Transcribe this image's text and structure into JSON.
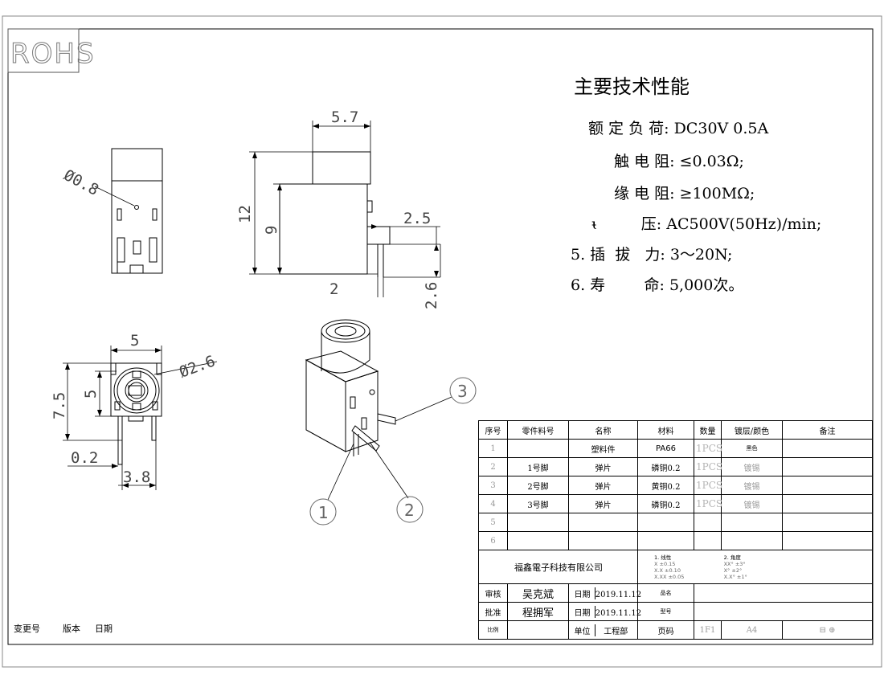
{
  "badge": "ROHS",
  "spec": {
    "title": "主要技术性能",
    "items": [
      {
        "label": "额 定 负 荷:",
        "value": "DC30V 0.5A"
      },
      {
        "label": "触 电 阻:",
        "value": "≤0.03Ω;"
      },
      {
        "label": "缘 电 阻:",
        "value": "≥100MΩ;"
      },
      {
        "label": "ᵼ         压:",
        "value": "AC500V(50Hz)/min;"
      },
      {
        "label": "5. 插  拔   力:",
        "value": "3〜20N;"
      },
      {
        "label": "6. 寿        命:",
        "value": "5,000次。"
      }
    ]
  },
  "dimensions": {
    "d1": "5.7",
    "d2": "12",
    "d3": "9",
    "d4": "2.5",
    "d5": "2",
    "d6": "2.6",
    "d7": "5",
    "d8": "7.5",
    "d9": "5",
    "d10": "0.2",
    "d11": "3.8",
    "phi1": "Ø0.8",
    "phi2": "Ø2.6"
  },
  "callouts": [
    "1",
    "2",
    "3"
  ],
  "revision": {
    "change_no": "变更号",
    "version": "版本",
    "date": "日期"
  },
  "bom": {
    "headers": [
      "序号",
      "零件料号",
      "名称",
      "材料",
      "数量",
      "镀层/颜色",
      "备注"
    ],
    "rows": [
      [
        "1",
        "",
        "塑料件",
        "PA66",
        "1PCS",
        "黑色",
        ""
      ],
      [
        "2",
        "1号脚",
        "弹片",
        "磷铜0.2",
        "1PCS",
        "镀锡",
        ""
      ],
      [
        "3",
        "2号脚",
        "弹片",
        "黄铜0.2",
        "1PCS",
        "镀锡",
        ""
      ],
      [
        "4",
        "3号脚",
        "弹片",
        "磷铜0.2",
        "1PCS",
        "镀锡",
        ""
      ],
      [
        "5",
        "",
        "",
        "",
        "",
        "",
        ""
      ],
      [
        "6",
        "",
        "",
        "",
        "",
        "",
        ""
      ]
    ]
  },
  "title_block": {
    "company": "福鑫電子科技有限公司",
    "tolerance": {
      "linear_head": "1. 线性",
      "linear": [
        "X      ±0.15",
        "X.X     ±0.10",
        "X.XX    ±0.05"
      ],
      "angular_head": "2. 角度",
      "angular": [
        "XX°   ±3°",
        "X°    ±2°",
        "X.X°   ±1°"
      ]
    },
    "review_label": "审核",
    "reviewer": "吴克斌",
    "date_label": "日期",
    "review_date": "2019.11.12",
    "product_name_label": "品名",
    "approve_label": "批准",
    "approver": "程拥军",
    "approve_date": "2019.11.12",
    "model_label": "型号",
    "scale_label": "比例",
    "unit_label": "单位",
    "department": "工程部",
    "page_label": "页码",
    "page": "1F1",
    "size": "A4",
    "projection_symbol": "⊟ ⊕"
  }
}
